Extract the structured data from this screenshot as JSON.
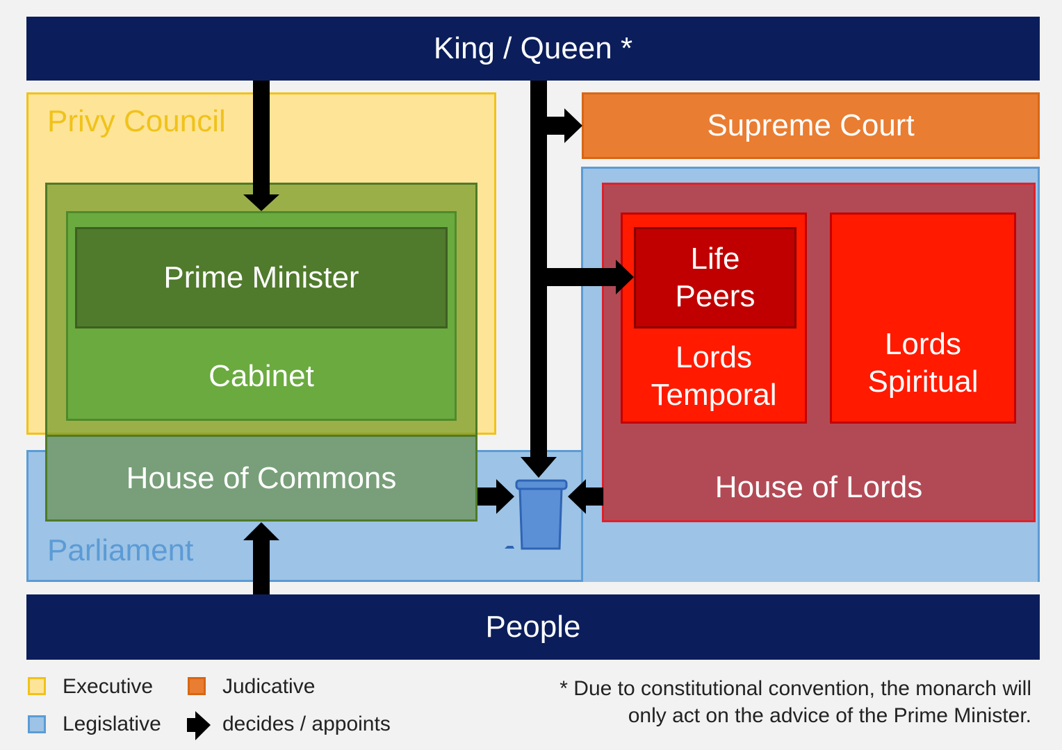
{
  "top_bar": {
    "label": "King / Queen *"
  },
  "privy_council": {
    "label": "Privy Council"
  },
  "government": {
    "prime_minister": "Prime Minister",
    "cabinet": "Cabinet",
    "house_of_commons": "House of Commons"
  },
  "parliament": {
    "label": "Parliament"
  },
  "supreme_court": {
    "label": "Supreme Court"
  },
  "lords": {
    "life_peers": "Life\nPeers",
    "lords_temporal": "Lords\nTemporal",
    "lords_spiritual": "Lords\nSpiritual",
    "house_of_lords": "House of Lords"
  },
  "bottom_bar": {
    "label": "People"
  },
  "legend": {
    "executive": "Executive",
    "judicative": "Judicative",
    "legislative": "Legislative",
    "decides": "decides / appoints",
    "colors": {
      "executive": "#fde497",
      "judicative": "#e97d32",
      "legislative": "#9dc3e6"
    }
  },
  "footnote": "* Due to constitutional convention, the monarch will\nonly act on the advice of the Prime Minister.",
  "icons": {
    "arrow": "arrow-icon",
    "bin": "ballot-bin-icon"
  }
}
